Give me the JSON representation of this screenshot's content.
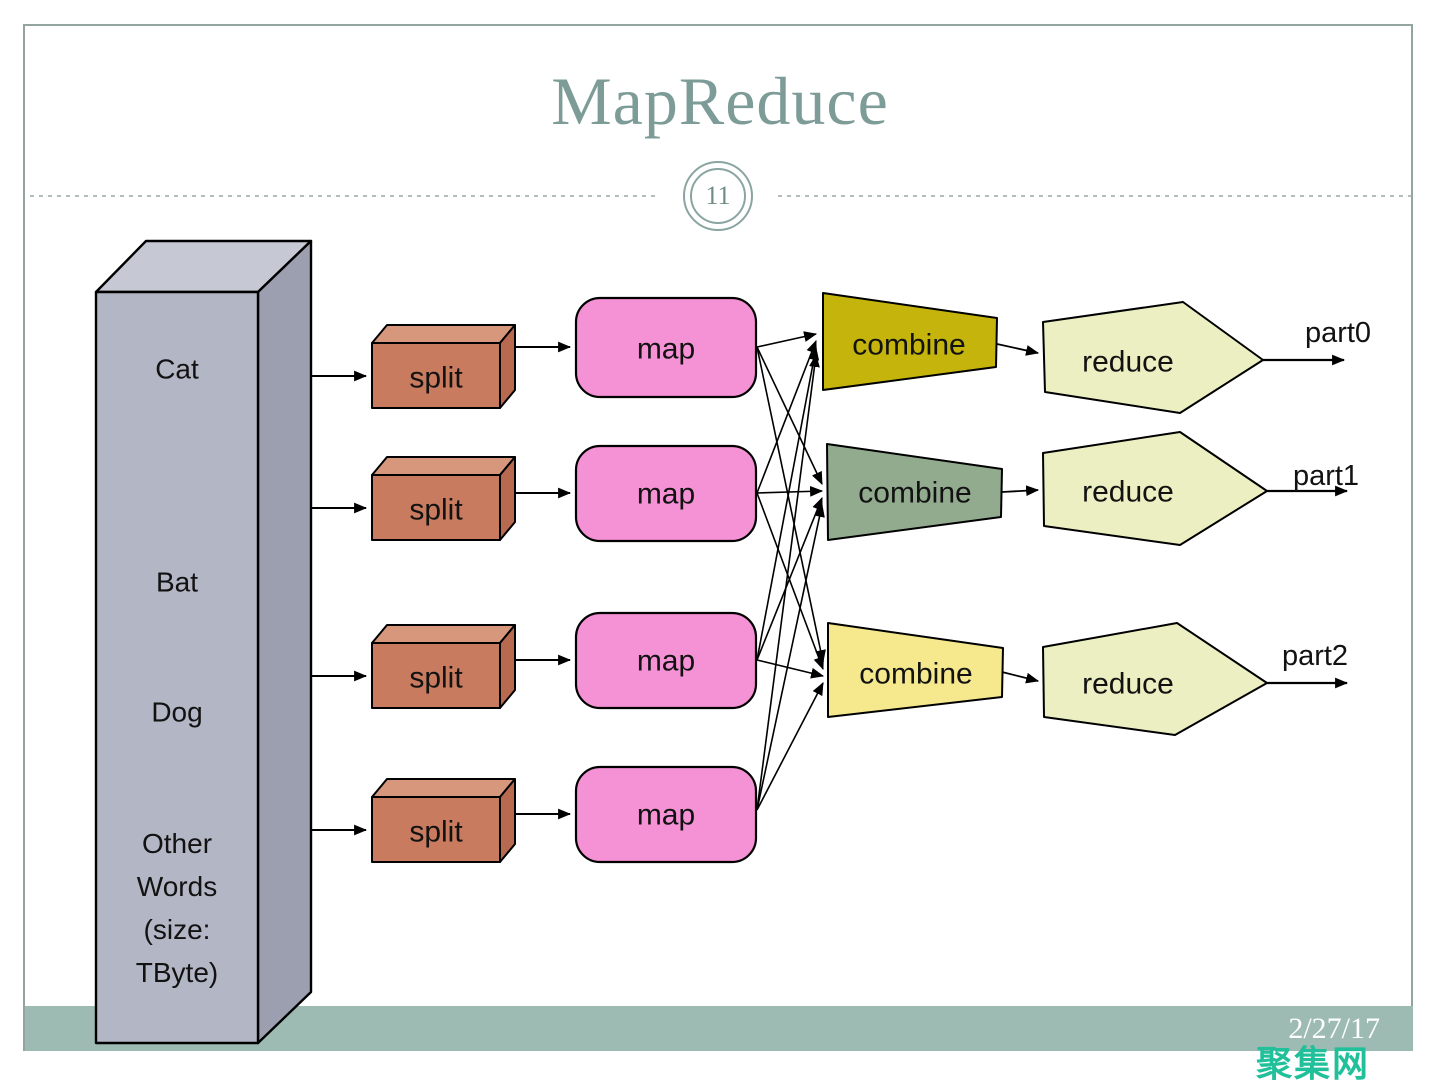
{
  "slide": {
    "title": "MapReduce",
    "page_number": "11",
    "date": "2/27/17",
    "watermark": "聚集网"
  },
  "diagram": {
    "input": {
      "words": [
        "Cat",
        "Bat",
        "Dog"
      ],
      "note_lines": [
        "Other",
        "Words",
        "(size:",
        "TByte)"
      ]
    },
    "splits": [
      {
        "label": "split"
      },
      {
        "label": "split"
      },
      {
        "label": "split"
      },
      {
        "label": "split"
      }
    ],
    "maps": [
      {
        "label": "map"
      },
      {
        "label": "map"
      },
      {
        "label": "map"
      },
      {
        "label": "map"
      }
    ],
    "combines": [
      {
        "label": "combine",
        "color": "#c4b40b"
      },
      {
        "label": "combine",
        "color": "#92ab8f"
      },
      {
        "label": "combine",
        "color": "#f6e88d"
      }
    ],
    "reduces": [
      {
        "label": "reduce"
      },
      {
        "label": "reduce"
      },
      {
        "label": "reduce"
      }
    ],
    "outputs": [
      "part0",
      "part1",
      "part2"
    ]
  },
  "colors": {
    "title_text": "#7d9c98",
    "slide_border": "#94a4a0",
    "footer_band": "#9ebbb3",
    "watermark": "#21c09a",
    "page_badge_ring": "#8aa5a1",
    "input_box_front": "#b3b6c4",
    "input_box_top": "#c6c9d4",
    "input_box_side": "#9b9fb0",
    "split_box_front": "#c97b5f",
    "split_box_top": "#d6977d",
    "split_box_side": "#b86a50",
    "map_box": "#f591d5",
    "combine_1": "#c4b40b",
    "combine_2": "#92ab8f",
    "combine_3": "#f6e88d",
    "reduce_shape": "#ecefc1",
    "arrow": "#000000"
  }
}
